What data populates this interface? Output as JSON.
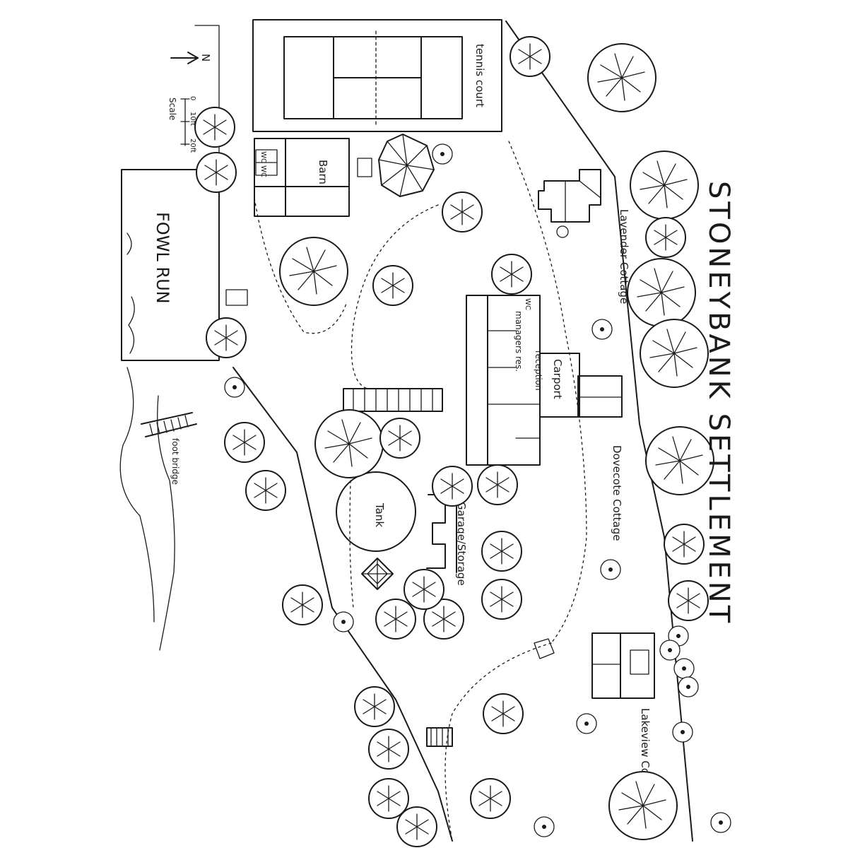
{
  "map": {
    "title": "STONEYBANK SETTLEMENT",
    "north_label": "N",
    "scale": {
      "zero": "0",
      "mid": "10ft",
      "end": "20ft",
      "label": "Scale"
    },
    "labels": {
      "tennis_court": "tennis court",
      "barn": "Barn",
      "barn_wc1": "WC",
      "barn_wc2": "WC",
      "fowl_run": "FOWL RUN",
      "lavender_cottage": "Lavender Cottage",
      "managers_res": "managers res.",
      "managers_wc": "WC",
      "reception": "reception",
      "carport": "Carport",
      "dovecote_cottage": "Dovecote Cottage",
      "tank": "Tank",
      "garage_storage": "Garage/Storage",
      "foot_bridge": "foot bridge",
      "lakeview_cottage": "Lakeview Cottage"
    }
  },
  "colors": {
    "ink": "#1a1a1a",
    "paper": "#ffffff"
  }
}
